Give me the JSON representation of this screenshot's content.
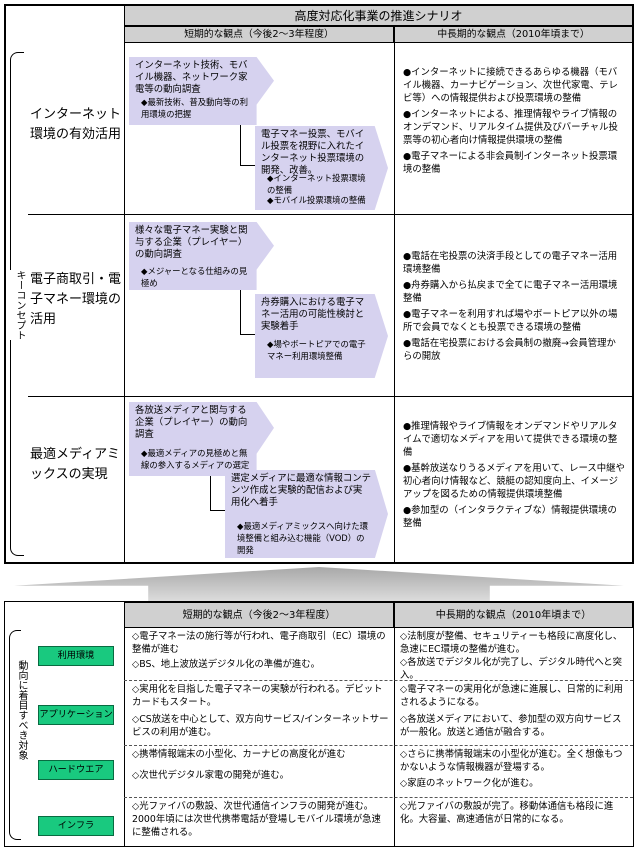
{
  "top": {
    "title": "高度対応化事業の推進シナリオ",
    "col_short": "短期的な観点（今後2〜3年程度）",
    "col_long": "中長期的な観点（2010年頃まで）",
    "key_concept": "キーコンセプト",
    "rows": [
      {
        "label": "インターネット環境の有効活用",
        "arrow1": "インターネット技術、モバイル機器、ネットワーク家電等の動向調査",
        "arrow1_sub": "◆最新技術、普及動向等の利用環境の把握",
        "arrow2": "電子マネー投票、モバイル投票を視野に入れたインターネット投票環境の開発、改善。",
        "arrow2_sub1": "◆インターネット投票環境の整備",
        "arrow2_sub2": "◆モバイル投票環境の整備",
        "long": [
          "●インターネットに接続できるあらゆる機器（モバイル機器、カーナビゲーション、次世代家電、テレビ等）への情報提供および投票環境の整備",
          "●インターネットによる、推理情報やライブ情報のオンデマンド、リアルタイム提供及びバーチャル投票等の初心者向け情報提供環境の整備",
          "●電子マネーによる非会員制インターネット投票環境の整備"
        ]
      },
      {
        "label": "電子商取引・電子マネー環境の活用",
        "arrow1": "様々な電子マネー実験と関与する企業（プレイヤー）の動向調査",
        "arrow1_sub": "◆メジャーとなる仕組みの見極め",
        "arrow2": "舟券購入における電子マネー活用の可能性検討と実験着手",
        "arrow2_sub1": "◆場やボートピアでの電子マネー利用環境整備",
        "arrow2_sub2": "",
        "long": [
          "●電話在宅投票の決済手段としての電子マネー活用環境整備",
          "●舟券購入から払戻まで全てに電子マネー活用環境整備",
          "●電子マネーを利用すれば場やボートピア以外の場所で会員でなくとも投票できる環境の整備",
          "●電話在宅投票における会員制の撤廃→会員管理からの開放"
        ]
      },
      {
        "label": "最適メディアミックスの実現",
        "arrow1": "各放送メディアと関与する企業（プレイヤー）の動向調査",
        "arrow1_sub": "◆最適メディアの見極めと無線の参入するメディアの選定",
        "arrow2": "選定メディアに最適な情報コンテンツ作成と実験的配信および実用化へ着手",
        "arrow2_sub1": "◆最適メディアミックスへ向けた環境整備と組み込む機能（VOD）の開発",
        "arrow2_sub2": "",
        "long": [
          "●推理情報やライブ情報をオンデマンドやリアルタイムで適切なメディアを用いて提供できる環境の整備",
          "●基幹放送なりうるメディアを用いて、レース中継や初心者向け情報など、競艇の認知度向上、イメージアップを図るための情報提供環境整備",
          "●参加型の（インタラクティブな）情報提供環境の整備"
        ]
      }
    ]
  },
  "bottom": {
    "col_short": "短期的な観点（今後2〜3年程度）",
    "col_long": "中長期的な観点（2010年頃まで）",
    "side": "動向に着目すべき対象",
    "rows": [
      {
        "label": "利用環境",
        "short": [
          "◇電子マネー法の施行等が行われ、電子商取引（EC）環境の整備が進む",
          "◇BS、地上波放送デジタル化の準備が進む。"
        ],
        "long": [
          "◇法制度が整備、セキュリティーも格段に高度化し、急速にEC環境の整備が進む。",
          "◇各放送でデジタル化が完了し、デジタル時代へと突入。"
        ]
      },
      {
        "label": "アプリケーション",
        "short": [
          "◇実用化を目指した電子マネーの実験が行われる。デビットカードもスタート。",
          "◇CS放送を中心として、双方向サービス/インターネットサービスの利用が進む。"
        ],
        "long": [
          "◇電子マネーの実用化が急速に進展し、日常的に利用されるようになる。",
          "◇各放送メディアにおいて、参加型の双方向サービスが一般化。放送と通信が融合する。"
        ]
      },
      {
        "label": "ハードウエア",
        "short": [
          "◇携帯情報端末の小型化、カーナビの高度化が進む",
          "◇次世代デジタル家電の開発が進む。"
        ],
        "long": [
          "◇さらに携帯情報端末の小型化が進む。全く想像もつかないような情報機器が登場する。",
          "◇家庭のネットワーク化が進む。"
        ]
      },
      {
        "label": "インフラ",
        "short": [
          "◇光ファイバの敷設、次世代通信インフラの開発が進む。2000年頃には次世代携帯電話が登場しモバイル環境が急速に整備される。"
        ],
        "long": [
          "◇光ファイバの敷設が完了。移動体通信も格段に進化。大容量、高速通信が日常的になる。"
        ]
      }
    ]
  }
}
